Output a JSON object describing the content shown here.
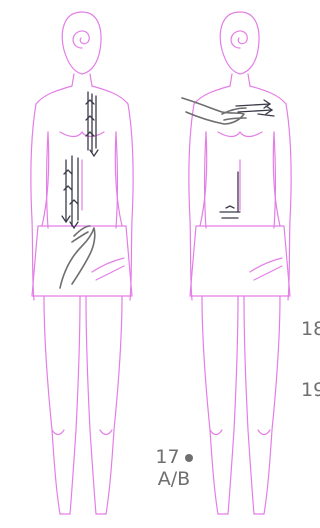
{
  "figure": {
    "panel_number": "17",
    "panel_letters": "A/B",
    "side_label_1": "18",
    "side_label_2": "19"
  },
  "colors": {
    "outline": "#e37ee6",
    "arrow": "#3a3a4a",
    "hand": "#6e6e6e",
    "label": "#6f6f6f"
  }
}
